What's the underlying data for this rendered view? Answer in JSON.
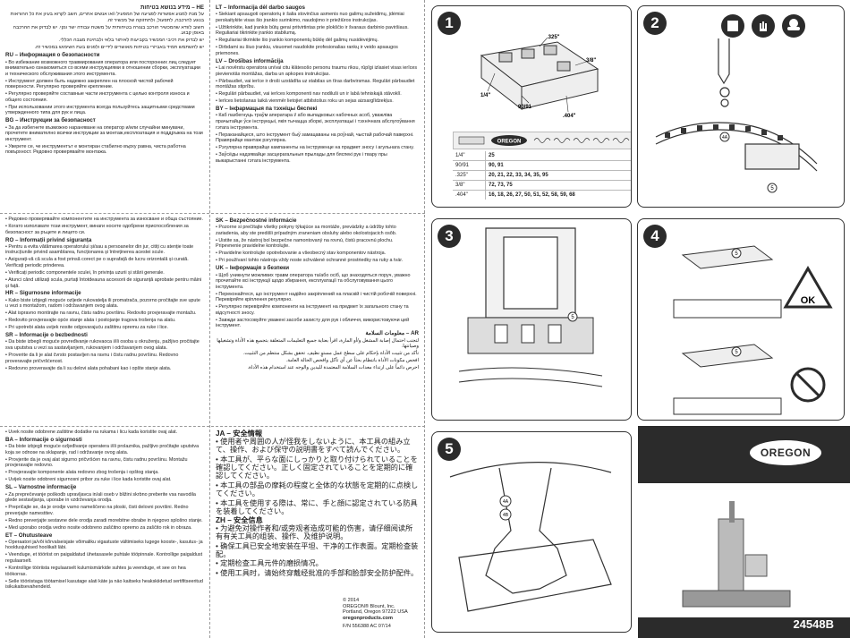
{
  "col1_top": [
    {
      "title": "HE – מידע בנושא בטיחות",
      "rtl": true,
      "paras": [
        "על מנת למנוע אפשרות לפציעה של המפעיל ו/או אנשים אחרים, השב לקרוא בעיון את כל ההוראות בנוגע להרכבה, לתפעול, ולתחזוקה של מכשיר זה.",
        "חשוב לוודא שהמכשיר הורכב בצורה בטיחותית על משטח עבודה ישר ונקי. יש לבדוק את ההרכבה באופן קבוע.",
        "יש לבדוק את רכיבי המכשיר בקביעות לאיתור בלאי ולבחינת מצבה הכללי.",
        "יש להשתמש תמיד באביזרי בטיחות מאושרים לידיים ולפנים בעת השימוש במכשיר זה."
      ]
    },
    {
      "title": "RU – Информация о безопасности",
      "rtl": false,
      "paras": [
        "• Во избежание возможного травмирования оператора или посторонних лиц следует внимательно ознакомиться со всеми инструкциями в отношении сборки, эксплуатации и технического обслуживания этого инструмента.",
        "• Инструмент должен быть надежно закреплен на плоской чистой рабочей поверхности. Регулярно проверяйте крепление.",
        "• Регулярно проверяйте составные части инструмента с целью контроля износа и общего состояния.",
        "• При использовании этого инструмента всегда пользуйтесь защитными средствами утвержденного типа для рук и лица."
      ]
    },
    {
      "title": "BG – Инструкции за безопасност",
      "rtl": false,
      "paras": [
        "• За да избегнете възможно нараняване на оператор и/или случайни минувачи, прочетете внимателно всички инструкции за монтаж,експлоатация и поддръжка на този инструмент.",
        "• Уверете се, че инструментът е монтиран стабилно върху равна, чиста работна повърхност. Редовно проверявайте монтажа."
      ]
    }
  ],
  "col1_mid": [
    {
      "title": "",
      "rtl": false,
      "paras": [
        "• Редовно проверявайте компонентите на инструмента за износване и обща състояние.",
        "• Когато използвате този инструмент, винаги носете одобрени приспособления за безопасност за ръцете и лицето си."
      ]
    },
    {
      "title": "RO – Informații privind siguranța",
      "rtl": false,
      "paras": [
        "• Pentru a evita vătămarea operatorului și/sau a persoanelor din jur, citiți cu atenție toate instrucțiunile privind asamblarea, funcționarea și întreținerea acestei scule.",
        "• Asigurați-vă că scula a fost prinsă corect pe o suprafață de lucru orizontală și curată. Verificați periodic prinderea.",
        "• Verificați periodic componentele sculei, în privința uzurii și stării generale.",
        "• Atunci când utilizați scula, purtați întotdeauna accesorii de siguranță aprobate pentru mâini și față."
      ]
    },
    {
      "title": "HR – Sigurnosne informacije",
      "rtl": false,
      "paras": [
        "• Kako biste izbjegli moguće ozljede rukovatelja ili promatrača, pozorno pročitajte sve upute u vezi s montažom, radom i održavanjem ovog alata.",
        "• Alat ispravno montirajte na ravnu, čistu radnu površinu. Redovito provjeravajte montažu.",
        "• Redovito provjeravajte opće stanje alata i postojanje tragova trošenja na alatu.",
        "• Pri upotrebi alata uvijek nosite odgovarajuću zaštitnu opremu za ruke i lice."
      ]
    },
    {
      "title": "SR – Informacije o bezbednosti",
      "rtl": false,
      "paras": [
        "• Da biste izbegli moguće povređivanje rukovaoca i/ili osoba u okruženju, pažljivo pročitajte sva uputstva u vezi sa sastavljanjem, rukovanjem i održavanjem ovog alata.",
        "• Proverite da li je alat čvrsto postavljen na ravnu i čistu radnu površinu. Redovno proveravajte pričvršćenost.",
        "• Redovno proveravajte da li su delovi alata pohabani kao i opšte stanje alata."
      ]
    }
  ],
  "col1_bot": [
    {
      "title": "",
      "rtl": false,
      "paras": [
        "• Uvek nosite odobrene zaštitne dodatke na rukama i licu kada koristite ovaj alat."
      ]
    },
    {
      "title": "BA – Informacije o sigurnosti",
      "rtl": false,
      "paras": [
        "• Da biste izbjegli moguće ozljeđivanje operatera i/ili prolaznika, pažljivo pročitajte uputstva koja se odnose na sklapanje, rad i održavanje ovog alata.",
        "• Provjerite da je ovaj alat sigurno pričvršćen na ravnu, čistu radnu površinu. Montažu provjeravajte redovno.",
        "• Provjeravajte komponente alata redovno zbog trošenja i opštog stanja.",
        "• Uvijek nosite odobreni sigurnosni pribor za ruke i lice kada koristite ovaj alat."
      ]
    },
    {
      "title": "SL – Varnostne informacije",
      "rtl": false,
      "paras": [
        "• Za preprečevanje poškodb upravljavca in/ali oseb v bližini skrbno preberite vsa navodila glede sestavljanja, uporabe in vzdrževanja orodja.",
        "• Prepričajte se, da je orodje varno nameščeno na ploski, čisti delovni površini. Redno preverjajte namestitev.",
        "• Redno preverjajte sestavne dele orodja zaradi morebitne obrabe in njegovo splošno stanje.",
        "• Med uporabo orodja vedno nosite odobreno zaščitno opremo za zaščito rok in obraza."
      ]
    },
    {
      "title": "ET – Ohutusteave",
      "rtl": false,
      "paras": [
        "• Operaatori ja/või kõrvalseisjate võimaliku vigastuste vältimiseks lugege koostе-, kasutus- ja hooldusjuhised hoolikalt läbi.",
        "• Veenduge, et tööriist on paigaldatud ühetasasele puhtale tööpinnale. Kontrollige paigaldust regulaarselt.",
        "• Kontrollige tööriista regulaarselt kulumismärkide suhtes ja veenduge, et see on hea töökorras.",
        "• Selle tööriistaga töötamisel kasutage alati käte ja näo kaitseks heakskiidetud sertifitseeritud isikukaitsevahendeid."
      ]
    }
  ],
  "col2_top": [
    {
      "title": "LT – Informacija dėl darbo saugos",
      "rtl": false,
      "paras": [
        "• Siekiant apsaugoti operatorių ir šalia stovinčius asmenis nuo galimų sužeidimų, įdėmiai perskaitykite visas šio įrankio surinkimo, naudojimo ir priežiūros instrukcijas.",
        "• Užtikrinkite, kad įrankis būtų gerai pritvirtintas prie plokščio ir švaraus darbinio paviršiaus. Reguliariai tikrinkite įrankio stabilumą.",
        "• Reguliariai tikrinkite šio įrankio komponentų būklę dėl galimų nusidėvėjimų.",
        "• Dirbdami su šiuo įrankiu, visuomet naudokite profesionalias rankų ir veido apsaugos priemones."
      ]
    },
    {
      "title": "LV – Drošības informācija",
      "rtl": false,
      "paras": [
        "• Lai novērstu operatora un/vai citu klātesošo personu traumu riksu, rūpīgi izlasiet visas ierīces pievienotās montāžas, darba un apkopes instrukcijas.",
        "• Pārbaudiet, vai ierīce ir droši uzstādīta uz stabilas un tīras darbvirsmas. Regulāri pārbaudiet montāžas stiprību.",
        "• Regulāri pārbaudiet, vai ierīces komponenti nav nodiluši un ir labā tehniskajā stāvoklī.",
        "• Ierīces lietošanas laikā vienmēr lietojiet atbilstošus roku un sejas aizsarglīdzekļus."
      ]
    },
    {
      "title": "BY – Інфармацыя па тэхніцы бяспекі",
      "rtl": false,
      "paras": [
        "• Каб пазбегнуць траўм аператара і/ або выпадковых набочных асоб, уважліва прачытайце ўсе інструкцыі, якія тычацца зборкі, эксплуатацыі і тэхнічнага абслугоўвання гэтага інструмента.",
        "• Пераканайцеся, што інструмент быў замацаваны на роўнай, чыстай рабочай паверхні. Правярайце мантаж рэгулярна.",
        "• Рэгулярна правярайце кампаненты на інструменце на прадмет зносу і агульнага стану.",
        "• Заўсёды надзявайце засцерагальныя прылады для бяспекі рук і твару пры выкарыстанні гэтага інструмента."
      ]
    }
  ],
  "col2_mid": [
    {
      "title": "SK – Bezpečnostné informácie",
      "rtl": false,
      "paras": [
        "• Pozorne si prečítajte všetky pokyny týkajúce sa montáže, prevádzky a údržby tohto zariadenia, aby ste predišli prípadným zraneniam obsluhy alebo okolostojacich osôb.",
        "• Uistite sa, že nástroj bol bezpečne namontovaný na rovnú, čistú pracovnú plochu. Pripevnenie pravidelne kontrolujte.",
        "• Pravidelne kontrolujte opotrebovanie a všeobecný stav komponentov nástroja.",
        "• Pri používaní tohto nástroja vždy noste schválené ochranné prostriedky na ruky a tvár."
      ]
    },
    {
      "title": "UK – Інформація з безпеки",
      "rtl": false,
      "paras": [
        "• Щоб уникнути можливих травм оператора та/або осіб, що знаходяться поруч, уважно прочитайте всі інструкції щодо збирання, експлуатації та обслуговування цього інструмента.",
        "• Переконайтеся, що інструмент надійно закріплений на пласкій і чистій робочій поверхні. Перевіряйте кріплення регулярно.",
        "• Регулярно перевіряйте компоненти на інструменті на предмет їх загального стану та відсутності зносу.",
        "• Завжди застосовуйте уважені засоби захисту для рук і обличчя, використовуючи цей інструмент."
      ]
    },
    {
      "title": "AR – معلومات السلامة",
      "rtl": true,
      "paras": [
        "لتجنب احتمال إصابة المشغل و/أو المارة، اقرأ بعناية جميع التعليمات المتعلقة بتجميع هذه الأداة وتشغيلها وصيانتها.",
        "تأكد من تثبيت الأداة بإحكام على سطح عمل مستوٍ نظيف. تحقق بشكل منتظم من التثبيت.",
        "افحص مكونات الأداة بانتظام بحثاً عن أي تآكل وافحص الحالة العامة.",
        "احرص دائماً على ارتداء معدات السلامة المعتمدة لليدين والوجه عند استخدام هذه الأداة."
      ]
    }
  ],
  "col2_bot": [
    {
      "title": "JA – 安全情報",
      "rtl": false,
      "jp": true,
      "paras": [
        "• 使用者や周囲の人が怪我をしないように、本工具の組み立て、操作、および保守の説明書をすべて読んでください。",
        "• 本工具が、平らな面にしっかりと取り付けられていることを確認してください。正しく固定されていることを定期的に確認してください。",
        "• 本工具の部品の摩耗の程度と全体的な状態を定期的に点検してください。",
        "• 本工具を使用する際は、常に、手と顔に認定されている防具を装着してください。"
      ]
    },
    {
      "title": "ZH – 安全信息",
      "rtl": false,
      "jp": true,
      "paras": [
        "• 为避免对操作者和/或旁观者造成可能的伤害，请仔细阅读所有有关工具的组装、操作、及维护说明。",
        "• 确保工具已安全地安装在平坦、干净的工作表面。定期检查装配。",
        "• 定期检查工具元件的磨损情况。",
        "• 使用工具时，请始终穿戴经批准的手部和脸部安全防护配件。"
      ]
    }
  ],
  "panel1": {
    "number": "1",
    "labels": {
      "a": ".325\"",
      "b": "3/8\"",
      "c": "1/4\"",
      "d": "90/91",
      "e": ".404\""
    },
    "brand": "OREGON",
    "table": [
      {
        "size": "1/4\"",
        "codes": "25"
      },
      {
        "size": "90/91",
        "codes": "90, 91"
      },
      {
        "size": ".325\"",
        "codes": "20, 21, 22, 33, 34, 35, 95"
      },
      {
        "size": "3/8\"",
        "codes": "72, 73, 75"
      },
      {
        "size": ".404\"",
        "codes": "16, 18, 26, 27, 50, 51, 52, 58, 59, 68"
      }
    ]
  },
  "panel2": {
    "number": "2",
    "label_4a": "4A",
    "label_5": "5"
  },
  "panel3": {
    "number": "3",
    "label_5": "5"
  },
  "panel4": {
    "number": "4",
    "label_5a": "5",
    "label_5b": "5",
    "ok_text": "OK"
  },
  "panel5": {
    "number": "5",
    "label_4a": "4A",
    "label_4b": "4B"
  },
  "cover": {
    "brand": "OREGON",
    "part_number": "24548B"
  },
  "address": {
    "line1": "© 2014",
    "line2": "OREGON® Blount, Inc.",
    "line3": "Portland, Oregon 97222  USA",
    "line4": "oregonproducts.com",
    "line5": "F/N 556388  AC  07/14"
  },
  "colors": {
    "dark": "#2b2b2b",
    "panel_border": "#333333",
    "line": "#999999"
  }
}
